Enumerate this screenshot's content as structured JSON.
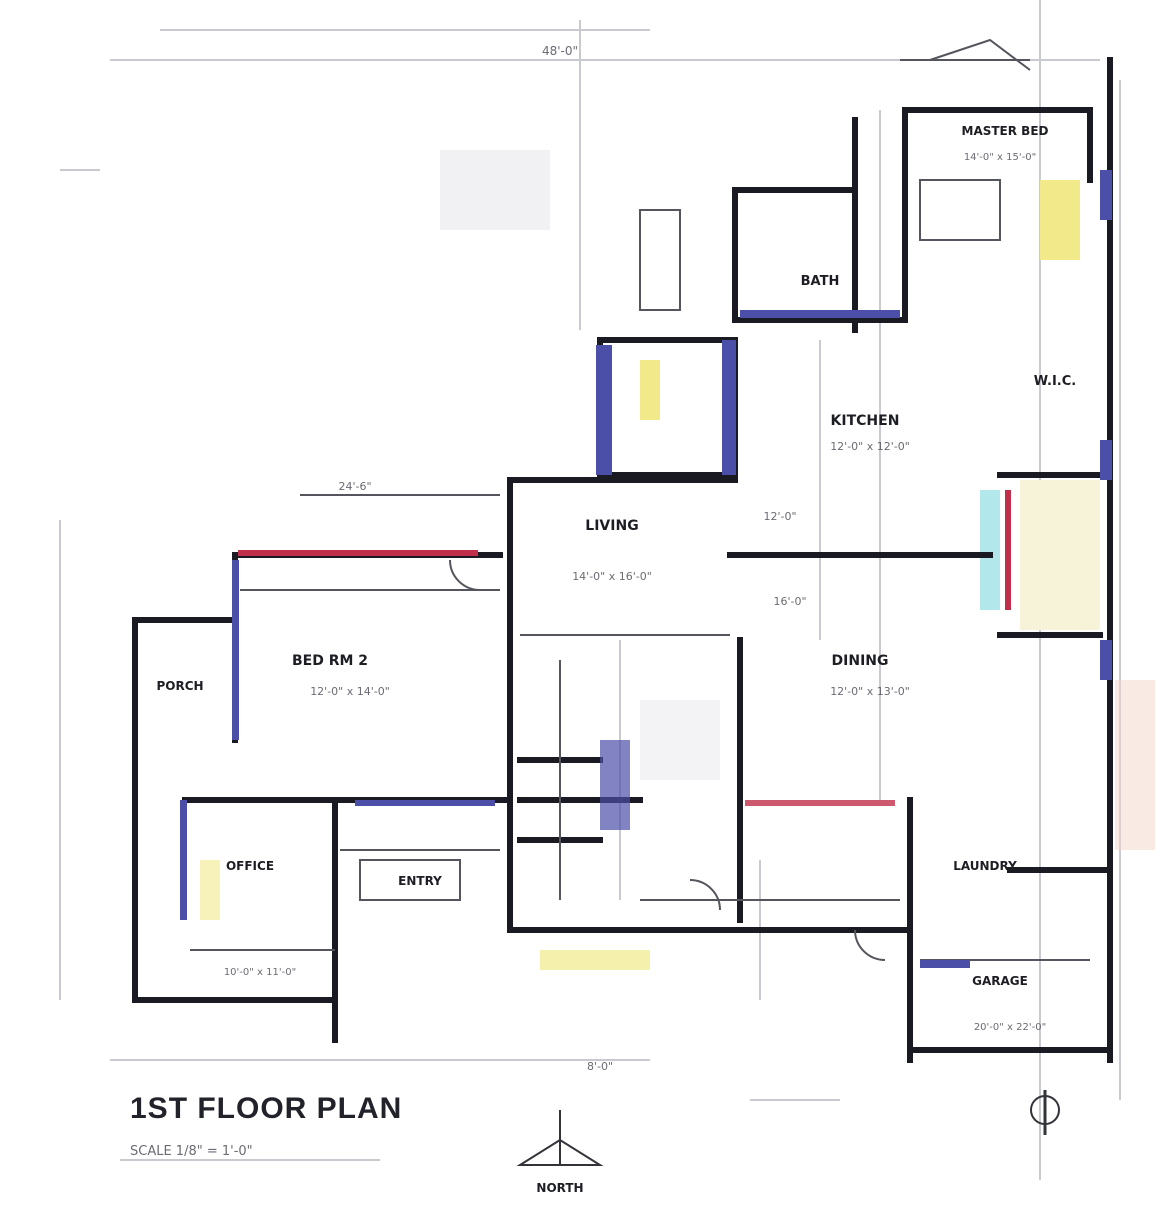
{
  "drawing": {
    "title": "1ST FLOOR PLAN",
    "scale_note": "SCALE 1/8\" = 1'-0\"",
    "north_label": "NORTH"
  },
  "rooms": [
    {
      "id": "bedroom-2",
      "name": "BED RM 2",
      "size": "12'-0\" x 14'-0\""
    },
    {
      "id": "living",
      "name": "LIVING",
      "size": "14'-0\" x 16'-0\""
    },
    {
      "id": "dining",
      "name": "DINING",
      "size": "12'-0\" x 13'-0\""
    },
    {
      "id": "kitchen",
      "name": "KITCHEN",
      "size": "12'-0\" x 12'-0\""
    },
    {
      "id": "bath",
      "name": "BATH",
      "size": ""
    },
    {
      "id": "master-bed",
      "name": "MASTER BED",
      "size": "14'-0\" x 15'-0\""
    },
    {
      "id": "closet",
      "name": "W.I.C.",
      "size": ""
    },
    {
      "id": "laundry",
      "name": "LAUNDRY",
      "size": ""
    },
    {
      "id": "garage",
      "name": "GARAGE",
      "size": "20'-0\" x 22'-0\""
    },
    {
      "id": "porch",
      "name": "PORCH",
      "size": ""
    },
    {
      "id": "office",
      "name": "OFFICE",
      "size": "10'-0\" x 11'-0\""
    },
    {
      "id": "entry",
      "name": "ENTRY",
      "size": ""
    }
  ],
  "dimensions": [
    "48'-0\"",
    "24'-6\"",
    "12'-0\"",
    "16'-0\"",
    "8'-0\""
  ],
  "colors": {
    "wall": "#1a1a22",
    "accent_blue": "#4b4fa8",
    "accent_red": "#c0304a",
    "accent_yellow": "#f2e98a",
    "accent_cyan": "#7fd8e0",
    "grid": "#c9c9d0"
  }
}
